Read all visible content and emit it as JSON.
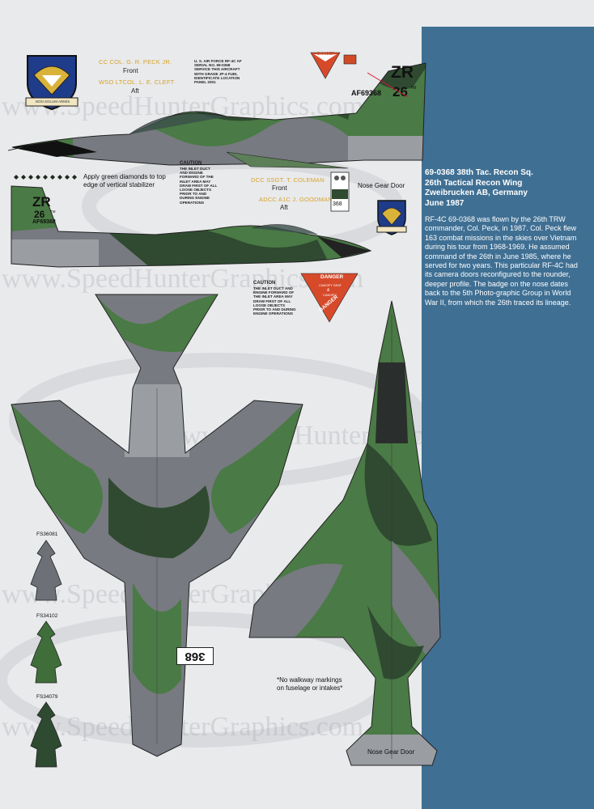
{
  "watermarks": [
    "www.SpeedHunterGraphics.com",
    "www.SpeedHunterGraphics.com",
    "www.SpeedHunterGraphics.com",
    "www.SpeedHunterGraphics.com",
    "www.SpeedHunterGraphics.com"
  ],
  "panel": {
    "title_lines": [
      "69-0368 38th Tac. Recon Sq.",
      "26th Tactical Recon Wing",
      "Zweibrucken AB, Germany",
      "June 1987"
    ],
    "body": "RF-4C 69-0368 was flown by the 26th TRW commander, Col. Peck, in 1987. Col. Peck flew 163 combat missions in the skies over Vietnam during his tour from 1968-1969.  He assumed command of the 26th in June 1985, where he served for two years.  This particular RF-4C had its camera doors reconfigured to the rounder, deeper profile.  The badge on the nose dates back to the 5th Photo-graphic Group in World War II, from which the 26th traced its lineage."
  },
  "crew_left": {
    "front_name": "CC  COL.  G. R. PECK JR.",
    "front_label": "Front",
    "aft_name": "WSO  LTCOL. L. E. CLEFT",
    "aft_label": "Aft"
  },
  "crew_right": {
    "front_name": "DCC SSGT. T. COLEMAN",
    "front_label": "Front",
    "aft_name": "ADCC A1C J. GOODMAN",
    "aft_label": "Aft"
  },
  "stencil_top": "U.  S.  AIR FORCE RF-4C AF SERIAL NO. 69-0368 SERVICE THIS AIRCRAFT WITH GRADE JP-4 FUEL IDENTIFICATE LOCATION PANEL 2001",
  "caution_1": {
    "title": "CAUTION",
    "text": "THE INLET DUCT AND ENGINE FORWARD OF THE INLET AREA MAY DRAW FIRST OF ALL LOOSE OBJECTS PRIOR TO AND DURING ENGINE OPERATIONS"
  },
  "caution_2": {
    "title": "CAUTION",
    "text": "THE INLET DUCT AND ENGINE FORWARD OF THE INLET AREA MAY DRAW FIRST OF ALL LOOSE OBJECTS PRIOR TO AND DURING ENGINE OPERATIONS"
  },
  "danger_small": {
    "label": "DANGER"
  },
  "danger_big": {
    "top": "DANGER",
    "middle_1": "CANOPY SEAT",
    "middle_2": "&",
    "middle_3": "CANOPY",
    "bottom": "DANGER"
  },
  "diamonds_note": "Apply green diamonds to top edge of vertical stabilizer",
  "nose_gear_top": "Nose Gear Door",
  "nose_gear_bottom": "Nose Gear Door",
  "gear_door_number": "368",
  "tail_code": "ZR",
  "tail_number": "26",
  "tail_serial": "AF69368",
  "tail_serial_2": "AF69368",
  "tail_tm": "TM",
  "underside_number": "368",
  "walkway_note": "*No walkway markings on fuselage or intakes*",
  "fs_colors": [
    {
      "code": "FS36081",
      "hex": "#6d7077"
    },
    {
      "code": "FS34102",
      "hex": "#3f6e3a"
    },
    {
      "code": "FS34079",
      "hex": "#2e4a30"
    }
  ],
  "camo": {
    "green": "#4a7a45",
    "dark_green": "#2f4a30",
    "gray": "#777a80",
    "light_gray": "#9a9da2"
  },
  "badge_motto": "NON SOLUM ARMIS"
}
